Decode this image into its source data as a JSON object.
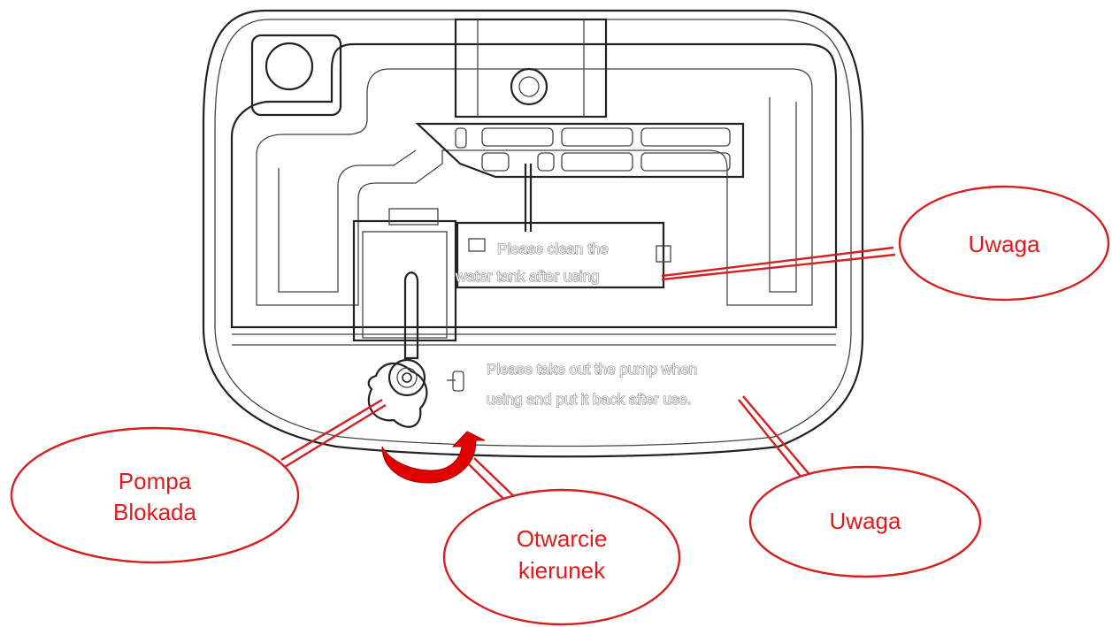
{
  "device": {
    "label_clean": [
      "Please clean the",
      "water tank after using"
    ],
    "label_pump": [
      "Please take out the pump when",
      "using and put it back after use."
    ]
  },
  "callouts": {
    "uwaga_top": "Uwaga",
    "uwaga_bottom": "Uwaga",
    "pompa": [
      "Pompa",
      "Blokada"
    ],
    "otwarcie": [
      "Otwarcie",
      "kierunek"
    ]
  },
  "colors": {
    "callout": "#e01b1b",
    "arrow": "#e00000",
    "line": "#222222"
  }
}
